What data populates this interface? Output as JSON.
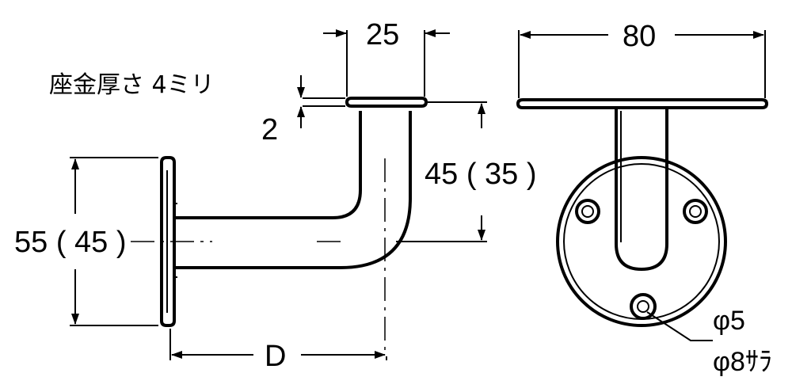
{
  "labels": {
    "dim_25": "25",
    "dim_80": "80",
    "washer_note": "座金厚さ 4ミリ",
    "dim_2": "2",
    "dim_45_35": "45 ( 35 )",
    "dim_55_45": "55 ( 45 )",
    "dim_D": "D",
    "phi5": "φ5",
    "phi8": "φ8ｻﾗ"
  },
  "colors": {
    "line": "#000000",
    "background": "#ffffff"
  }
}
